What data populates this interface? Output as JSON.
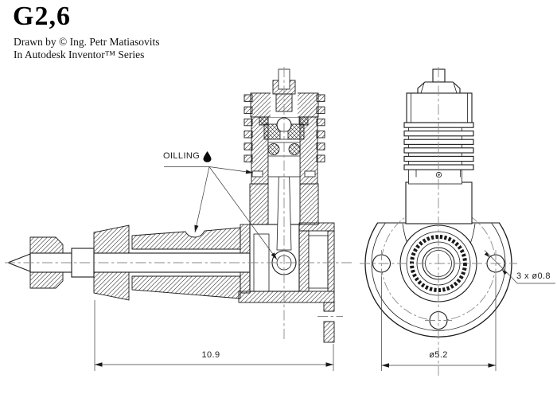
{
  "header": {
    "title": "G2,6",
    "credit_line1": "Drawn by © Ing. Petr Matiasovits",
    "credit_line2": "In Autodesk Inventor™ Series"
  },
  "drawing": {
    "labels": {
      "oiling": "OILLING",
      "hole_spec": "3 x ø0.8"
    },
    "dimensions": {
      "overall_length": "10.9",
      "bolt_circle_diameter": "ø5.2"
    },
    "icons": {
      "oil_drop": "black teardrop droplet"
    },
    "colors": {
      "line": "#1a1a1a",
      "centerline": "#8a8a8a",
      "background": "#ffffff",
      "text": "#1f1f1f"
    }
  }
}
